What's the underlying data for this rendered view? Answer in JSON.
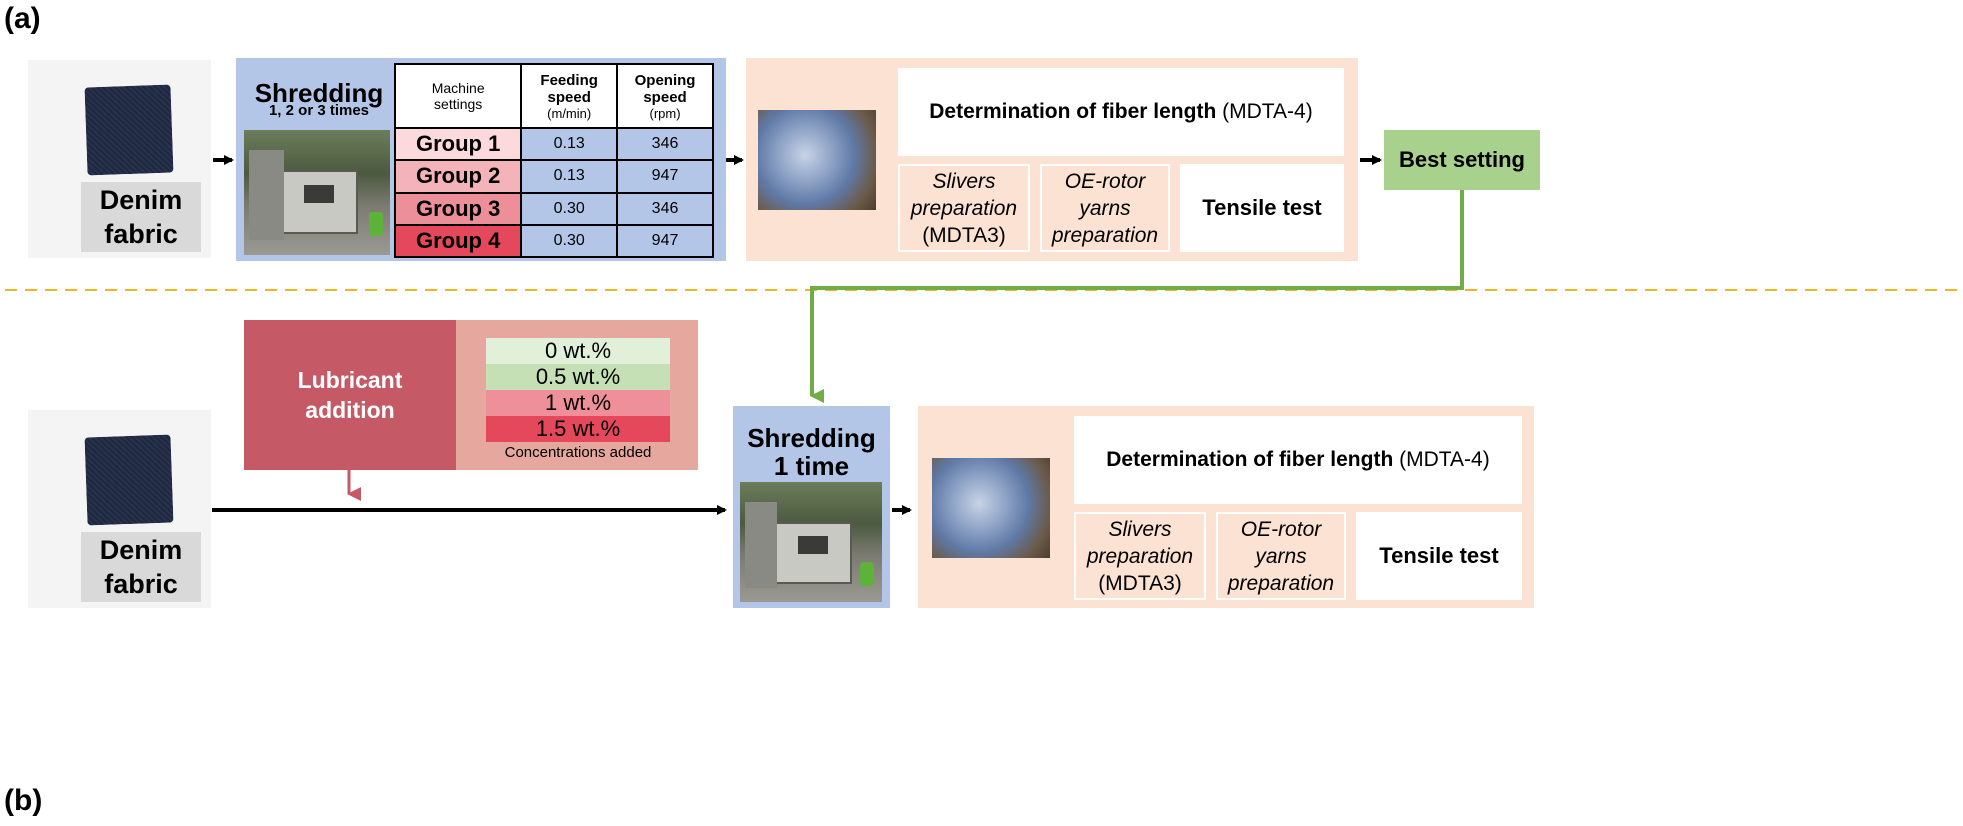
{
  "panel_a_label": "(a)",
  "panel_b_label": "(b)",
  "fabric_label": [
    "Denim",
    "fabric"
  ],
  "shredding_a": {
    "title": "Shredding",
    "subtitle": "1, 2 or 3 times"
  },
  "settings_table": {
    "header": {
      "col1": [
        "Machine",
        "settings"
      ],
      "col2": {
        "name": [
          "Feeding",
          "speed"
        ],
        "unit": "(m/min)"
      },
      "col3": {
        "name": [
          "Opening",
          "speed"
        ],
        "unit": "(rpm)"
      }
    },
    "rows": [
      {
        "group": "Group 1",
        "feeding": "0.13",
        "opening": "346",
        "color": "#fbd9dc"
      },
      {
        "group": "Group 2",
        "feeding": "0.13",
        "opening": "947",
        "color": "#f3b3b9"
      },
      {
        "group": "Group 3",
        "feeding": "0.30",
        "opening": "346",
        "color": "#ec8f98"
      },
      {
        "group": "Group 4",
        "feeding": "0.30",
        "opening": "947",
        "color": "#e5485a"
      }
    ]
  },
  "fiber_length": {
    "bold": "Determination of fiber length",
    "suffix": " (MDTA-4)"
  },
  "slivers": [
    "Slivers",
    "preparation",
    "(MDTA3)"
  ],
  "oe_rotor": [
    "OE-rotor",
    "yarns",
    "preparation"
  ],
  "tensile": "Tensile test",
  "best_setting": "Best setting",
  "lubricant": [
    "Lubricant",
    "addition"
  ],
  "concentrations": {
    "rows": [
      {
        "label": "0 wt.%",
        "color": "#e2efd9"
      },
      {
        "label": "0.5 wt.%",
        "color": "#c5e0b4"
      },
      {
        "label": "1 wt.%",
        "color": "#ef8f99"
      },
      {
        "label": "1.5 wt.%",
        "color": "#e5485a"
      }
    ],
    "caption": "Concentrations added"
  },
  "shredding_b": {
    "title": [
      "Shredding",
      "1 time"
    ]
  },
  "colors": {
    "blue": "#b4c6e7",
    "peach": "#fbe2d3",
    "green_arrow": "#70ad47",
    "lubricant_arrow": "#c55a66",
    "dashed_divider": "#f0b429"
  },
  "icons": [
    "fabric-swatch-image",
    "shredding-machine-image",
    "shredded-fiber-image"
  ]
}
